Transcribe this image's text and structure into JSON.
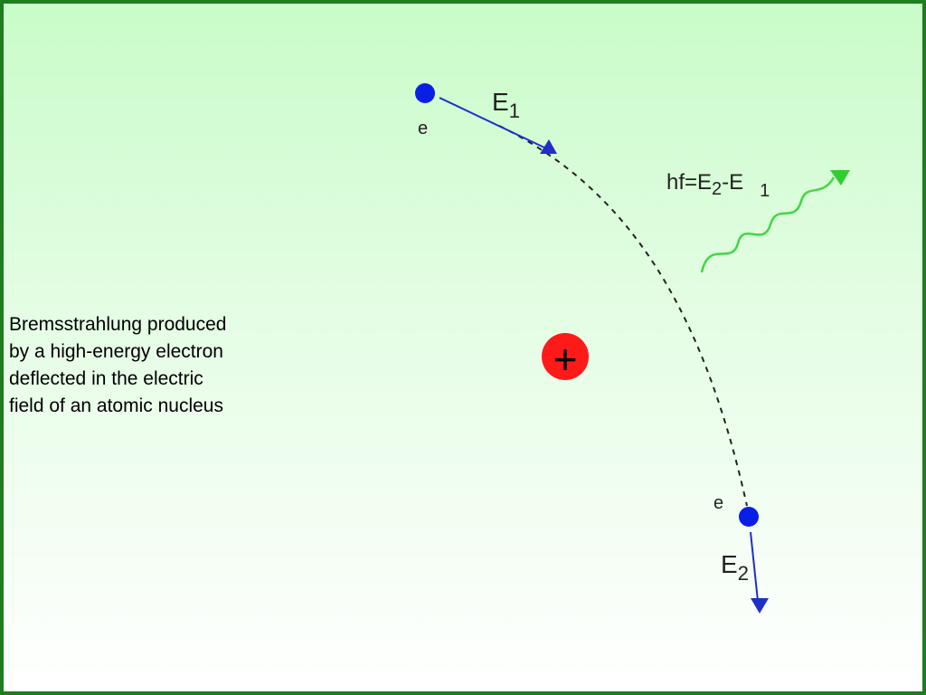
{
  "caption": "Bremsstrahlung produced\nby a high-energy electron\ndeflected in the electric\nfield of an atomic nucleus",
  "electron_label_1": "e",
  "electron_label_2": "e",
  "energy_in": {
    "base": "E",
    "sub": "1"
  },
  "energy_out": {
    "base": "E",
    "sub": "2"
  },
  "photon_equation": {
    "lhs": "hf=E",
    "sub_a": "2",
    "minus": "-E",
    "sub_b": "1"
  },
  "nucleus_symbol": "+",
  "colors": {
    "background_top": "#c9fcc9",
    "border": "#1e7d1e",
    "electron": "#0a1fe6",
    "arrow": "#1f2fc8",
    "nucleus": "#ff1a1a",
    "photon": "#44d644"
  }
}
